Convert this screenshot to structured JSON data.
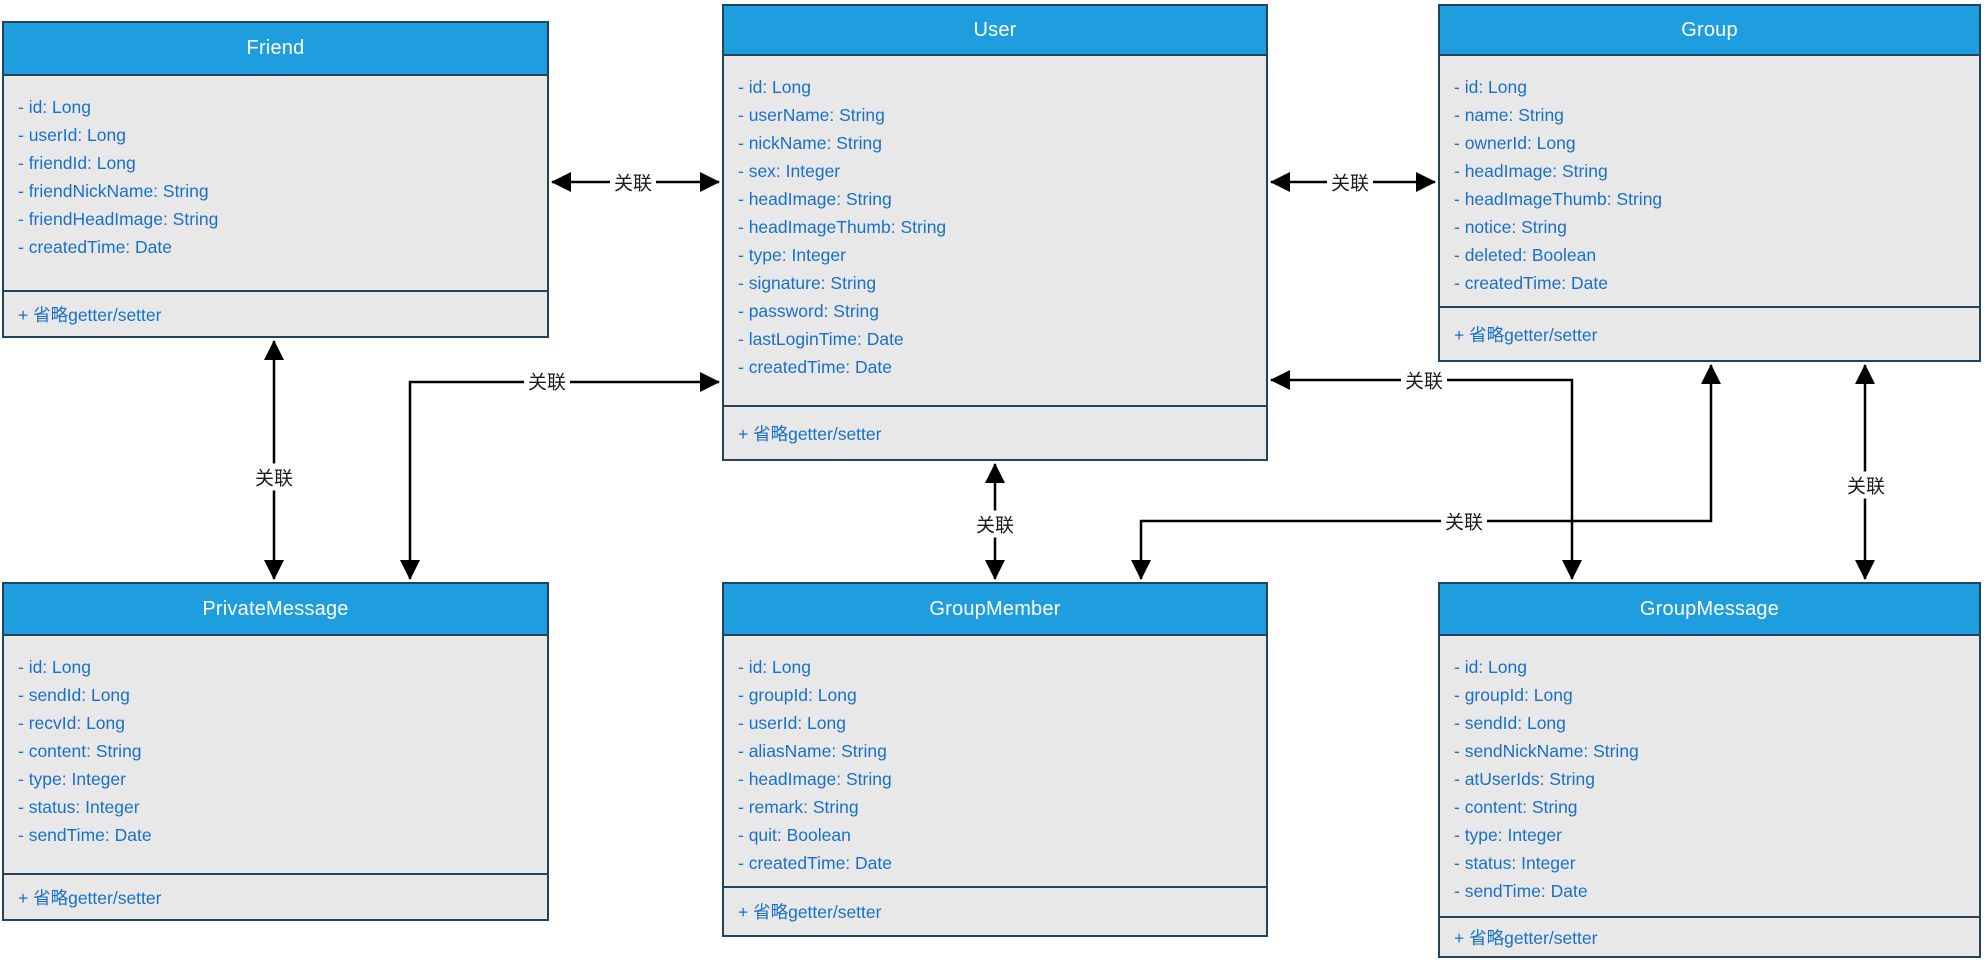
{
  "diagram": {
    "classes": [
      {
        "id": "friend",
        "title": "Friend",
        "attributes": [
          "- id: Long",
          "- userId: Long",
          "- friendId: Long",
          "- friendNickName: String",
          "- friendHeadImage: String",
          "- createdTime: Date"
        ],
        "methods": "+ 省略getter/setter"
      },
      {
        "id": "user",
        "title": "User",
        "attributes": [
          "- id: Long",
          "- userName: String",
          "- nickName: String",
          "- sex: Integer",
          "- headImage: String",
          "- headImageThumb: String",
          "- type: Integer",
          "- signature: String",
          "- password: String",
          "- lastLoginTime: Date",
          "- createdTime: Date"
        ],
        "methods": "+ 省略getter/setter"
      },
      {
        "id": "group",
        "title": "Group",
        "attributes": [
          "- id: Long",
          "- name: String",
          "- ownerId: Long",
          "- headImage: String",
          "- headImageThumb: String",
          "- notice: String",
          "- deleted: Boolean",
          "- createdTime: Date"
        ],
        "methods": "+ 省略getter/setter"
      },
      {
        "id": "private-message",
        "title": "PrivateMessage",
        "attributes": [
          "- id: Long",
          "- sendId: Long",
          "- recvId: Long",
          "- content: String",
          "- type: Integer",
          "- status: Integer",
          "- sendTime: Date"
        ],
        "methods": "+ 省略getter/setter"
      },
      {
        "id": "group-member",
        "title": "GroupMember",
        "attributes": [
          "- id: Long",
          "- groupId: Long",
          "- userId: Long",
          "- aliasName: String",
          "- headImage: String",
          "- remark: String",
          "- quit: Boolean",
          "- createdTime: Date"
        ],
        "methods": "+ 省略getter/setter"
      },
      {
        "id": "group-message",
        "title": "GroupMessage",
        "attributes": [
          "- id: Long",
          "- groupId: Long",
          "- sendId: Long",
          "- sendNickName: String",
          "- atUserIds: String",
          "- content: String",
          "- type: Integer",
          "- status: Integer",
          "- sendTime: Date"
        ],
        "methods": "+ 省略getter/setter"
      }
    ],
    "associations": [
      {
        "from": "Friend",
        "to": "User",
        "label": "关联"
      },
      {
        "from": "User",
        "to": "Group",
        "label": "关联"
      },
      {
        "from": "Friend",
        "to": "PrivateMessage",
        "label": "关联"
      },
      {
        "from": "PrivateMessage",
        "to": "User",
        "label": "关联"
      },
      {
        "from": "User",
        "to": "GroupMember",
        "label": "关联"
      },
      {
        "from": "GroupMember",
        "to": "Group",
        "label": "关联"
      },
      {
        "from": "Group",
        "to": "GroupMessage",
        "label": "关联"
      },
      {
        "from": "User",
        "to": "GroupMessage",
        "label": "关联"
      }
    ],
    "colors": {
      "header_fill": "#1e9ede",
      "body_fill": "#e8e8e8",
      "border": "#22435a",
      "attribute_text": "#1a70c8",
      "title_text": "#ffffff",
      "connector": "#000000"
    }
  }
}
